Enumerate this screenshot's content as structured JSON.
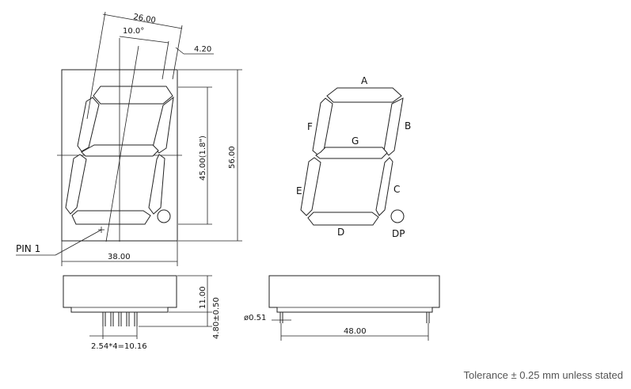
{
  "dimensions": {
    "top_width": "26.00",
    "slant_angle": "10.0°",
    "segment_offset": "4.20",
    "digit_height": "45.00(1.8\")",
    "body_height": "56.00",
    "body_width": "38.00",
    "side_height": "11.00",
    "pin_length": "4.80±0.50",
    "pin_pitch": "2.54*4=10.16",
    "pin_diameter": "ø0.51",
    "pin_span": "48.00"
  },
  "pin_label": "PIN  1",
  "segment_labels": {
    "a": "A",
    "b": "B",
    "c": "C",
    "d": "D",
    "e": "E",
    "f": "F",
    "g": "G",
    "dp": "DP"
  },
  "footer": {
    "tolerance": "Tolerance ± 0.25 mm unless stated"
  }
}
